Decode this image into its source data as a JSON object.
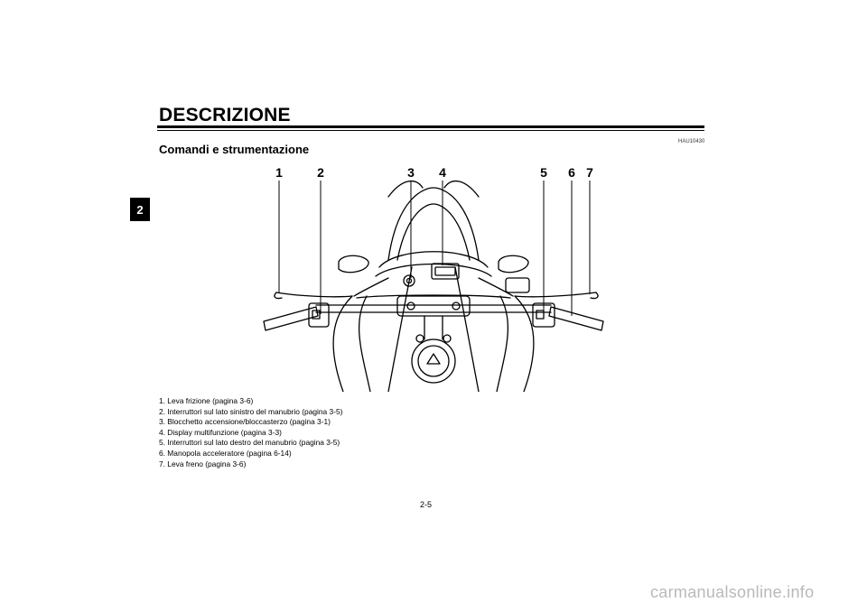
{
  "header": {
    "section_title": "DESCRIZIONE",
    "chapter_tab": "2"
  },
  "ref_code": "HAU10430",
  "subtitle": "Comandi e strumentazione",
  "figure": {
    "callout_numbers": [
      "1",
      "2",
      "3",
      "4",
      "5",
      "6",
      "7"
    ]
  },
  "callouts": [
    "1. Leva frizione (pagina 3-6)",
    "2. Interruttori sul lato sinistro del manubrio (pagina 3-5)",
    "3. Blocchetto accensione/bloccasterzo (pagina 3-1)",
    "4. Display multifunzione (pagina 3-3)",
    "5. Interruttori sul lato destro del manubrio (pagina 3-5)",
    "6. Manopola acceleratore (pagina 6-14)",
    "7. Leva freno (pagina 3-6)"
  ],
  "page_number": "2-5",
  "watermark": "carmanualsonline.info"
}
